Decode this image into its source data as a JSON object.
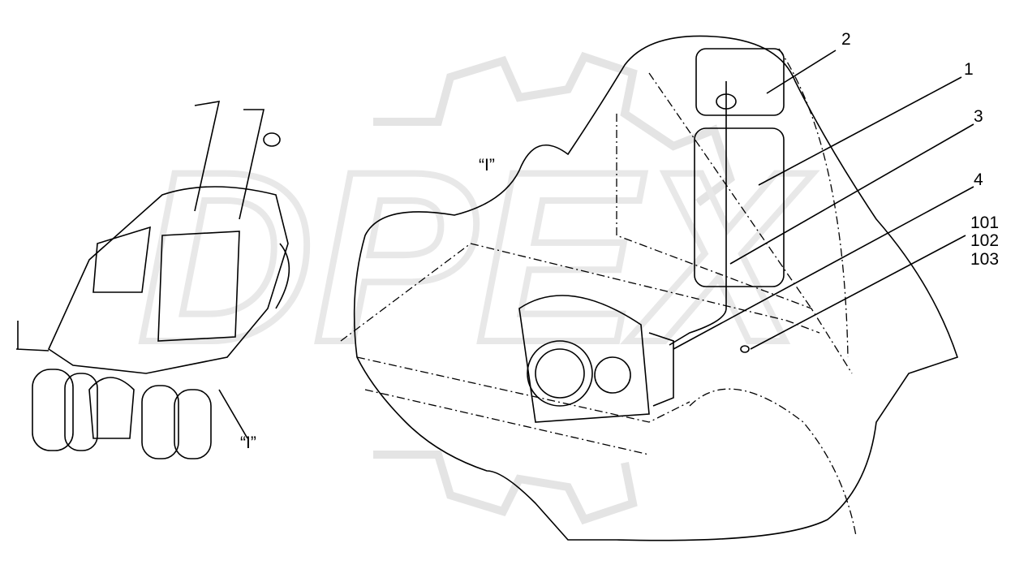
{
  "diagram": {
    "view_label": "“I”",
    "detail_callout": "“I”",
    "watermark": "DPEX",
    "callouts": [
      {
        "id": "callout-2",
        "text": "2"
      },
      {
        "id": "callout-1",
        "text": "1"
      },
      {
        "id": "callout-3",
        "text": "3"
      },
      {
        "id": "callout-4",
        "text": "4"
      },
      {
        "id": "callout-101",
        "text": "101"
      },
      {
        "id": "callout-102",
        "text": "102"
      },
      {
        "id": "callout-103",
        "text": "103"
      }
    ]
  }
}
